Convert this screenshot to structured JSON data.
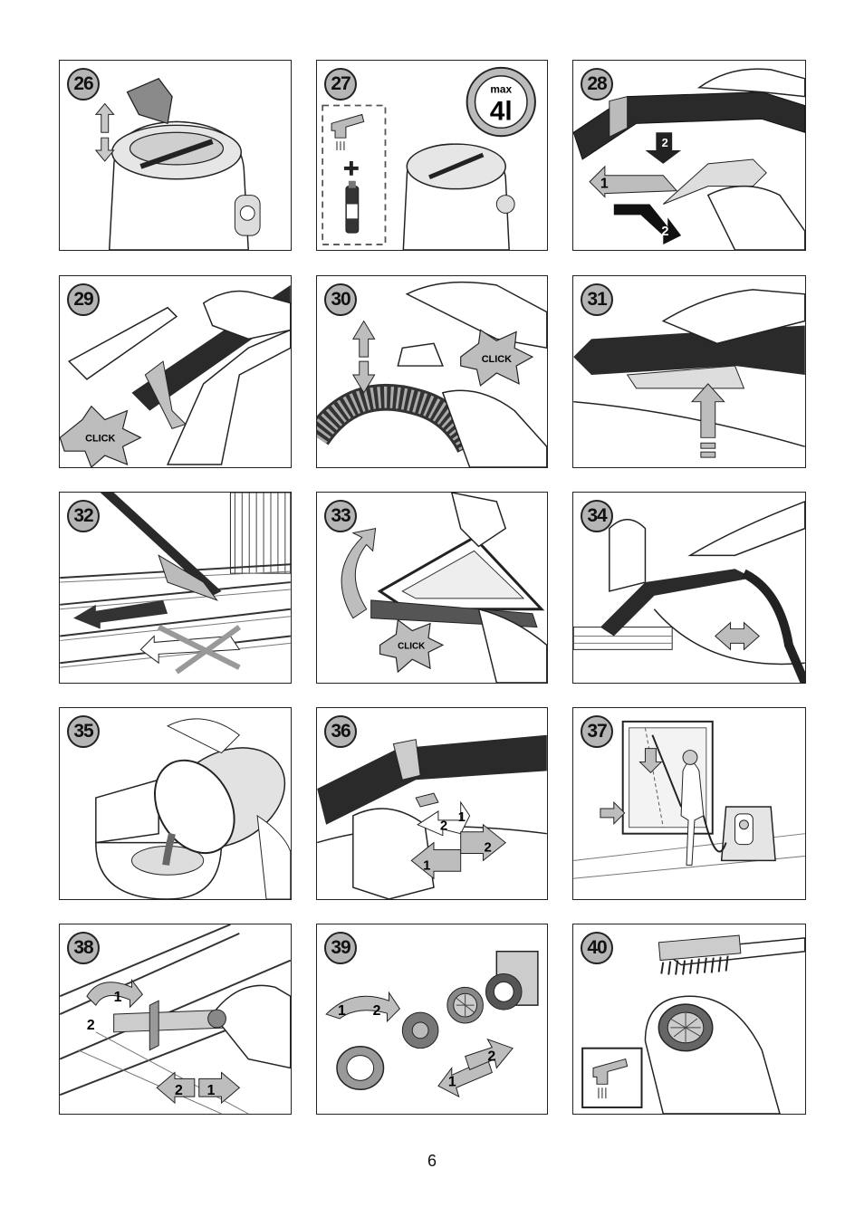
{
  "page": {
    "number": "6"
  },
  "panels": [
    {
      "step": "26"
    },
    {
      "step": "27",
      "badge_top": "max",
      "badge_value": "4l"
    },
    {
      "step": "28",
      "arrows": [
        "2",
        "1",
        "2"
      ]
    },
    {
      "step": "29",
      "click": "CLICK"
    },
    {
      "step": "30",
      "click": "CLICK"
    },
    {
      "step": "31"
    },
    {
      "step": "32"
    },
    {
      "step": "33",
      "click": "CLICK"
    },
    {
      "step": "34"
    },
    {
      "step": "35"
    },
    {
      "step": "36",
      "arrows": [
        "2",
        "1",
        "1",
        "2"
      ]
    },
    {
      "step": "37"
    },
    {
      "step": "38",
      "arrows": [
        "1",
        "2",
        "2",
        "1"
      ]
    },
    {
      "step": "39",
      "arrows": [
        "1",
        "2",
        "1",
        "2"
      ]
    },
    {
      "step": "40"
    }
  ],
  "icons": {
    "faucet": "faucet-icon",
    "bottle": "detergent-bottle-icon",
    "vacuum": "vacuum-cleaner-icon",
    "hand": "hand-icon",
    "brush": "brush-icon",
    "filter": "filter-icon"
  }
}
